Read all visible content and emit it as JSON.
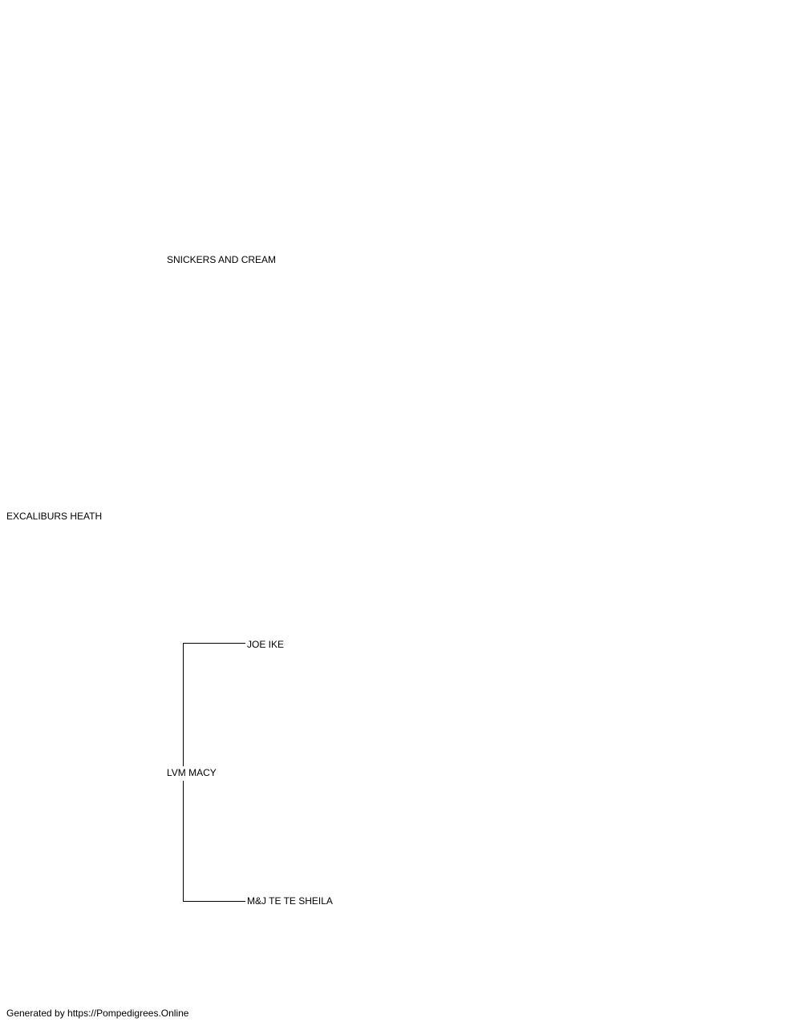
{
  "pedigree": {
    "subject": "EXCALIBURS HEATH",
    "sire": "SNICKERS AND CREAM",
    "dam": "LVM MACY",
    "dam_sire": "JOE IKE",
    "dam_dam": "M&J TE TE SHEILA"
  },
  "footer": {
    "text": "Generated by https://Pompedigrees.Online"
  }
}
